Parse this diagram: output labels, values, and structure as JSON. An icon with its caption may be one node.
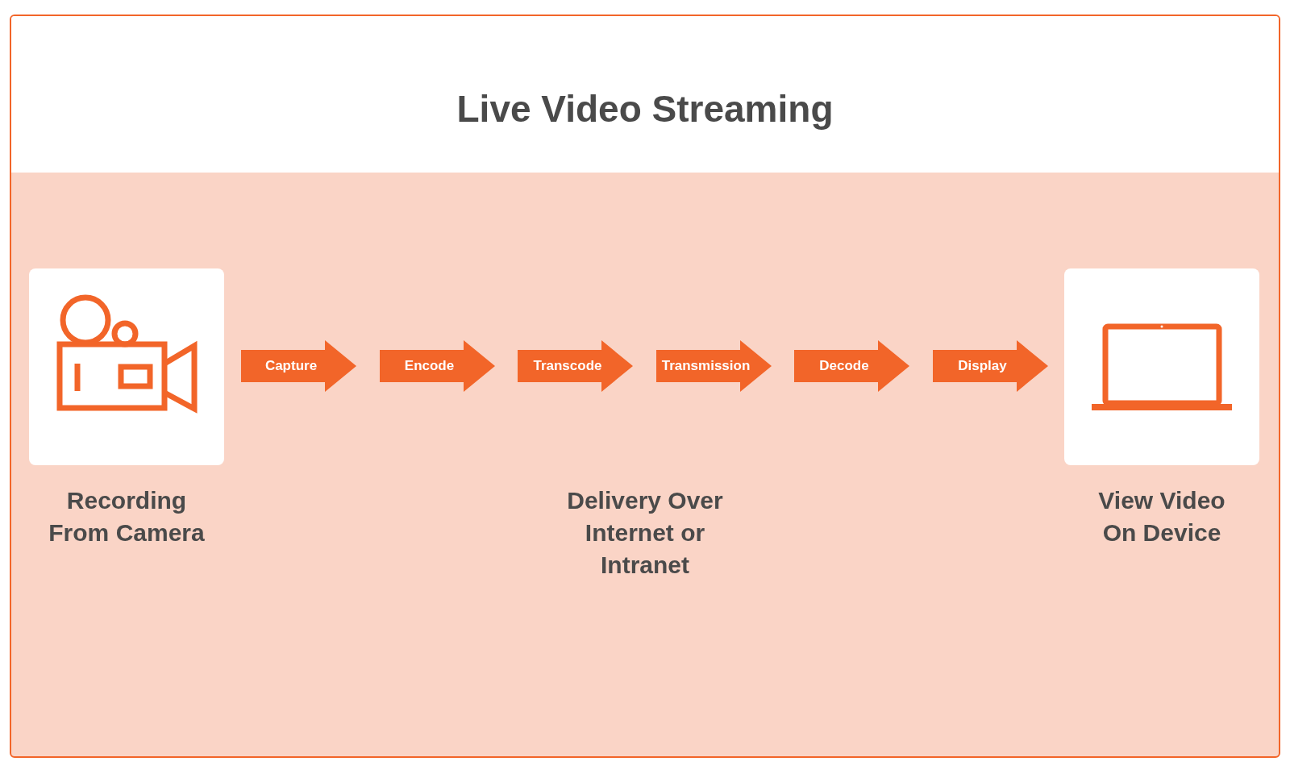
{
  "diagram": {
    "title": "Live Video Streaming",
    "nodes": [
      {
        "text": [],
        "shape": "box",
        "beside": [
          "Recording From Camera"
        ]
      },
      {
        "text": [
          "Capture"
        ]
      },
      {
        "text": [
          "Encode"
        ]
      },
      {
        "text": [
          "Transcode"
        ]
      },
      {
        "text": [
          "Transmission"
        ]
      },
      {
        "text": [
          "Decode"
        ]
      },
      {
        "text": [
          "Display"
        ]
      },
      {
        "text": [],
        "shape": "box",
        "beside": [
          "View Video On Device"
        ]
      }
    ],
    "labels": [
      "Delivery Over Internet or Intranet"
    ]
  }
}
